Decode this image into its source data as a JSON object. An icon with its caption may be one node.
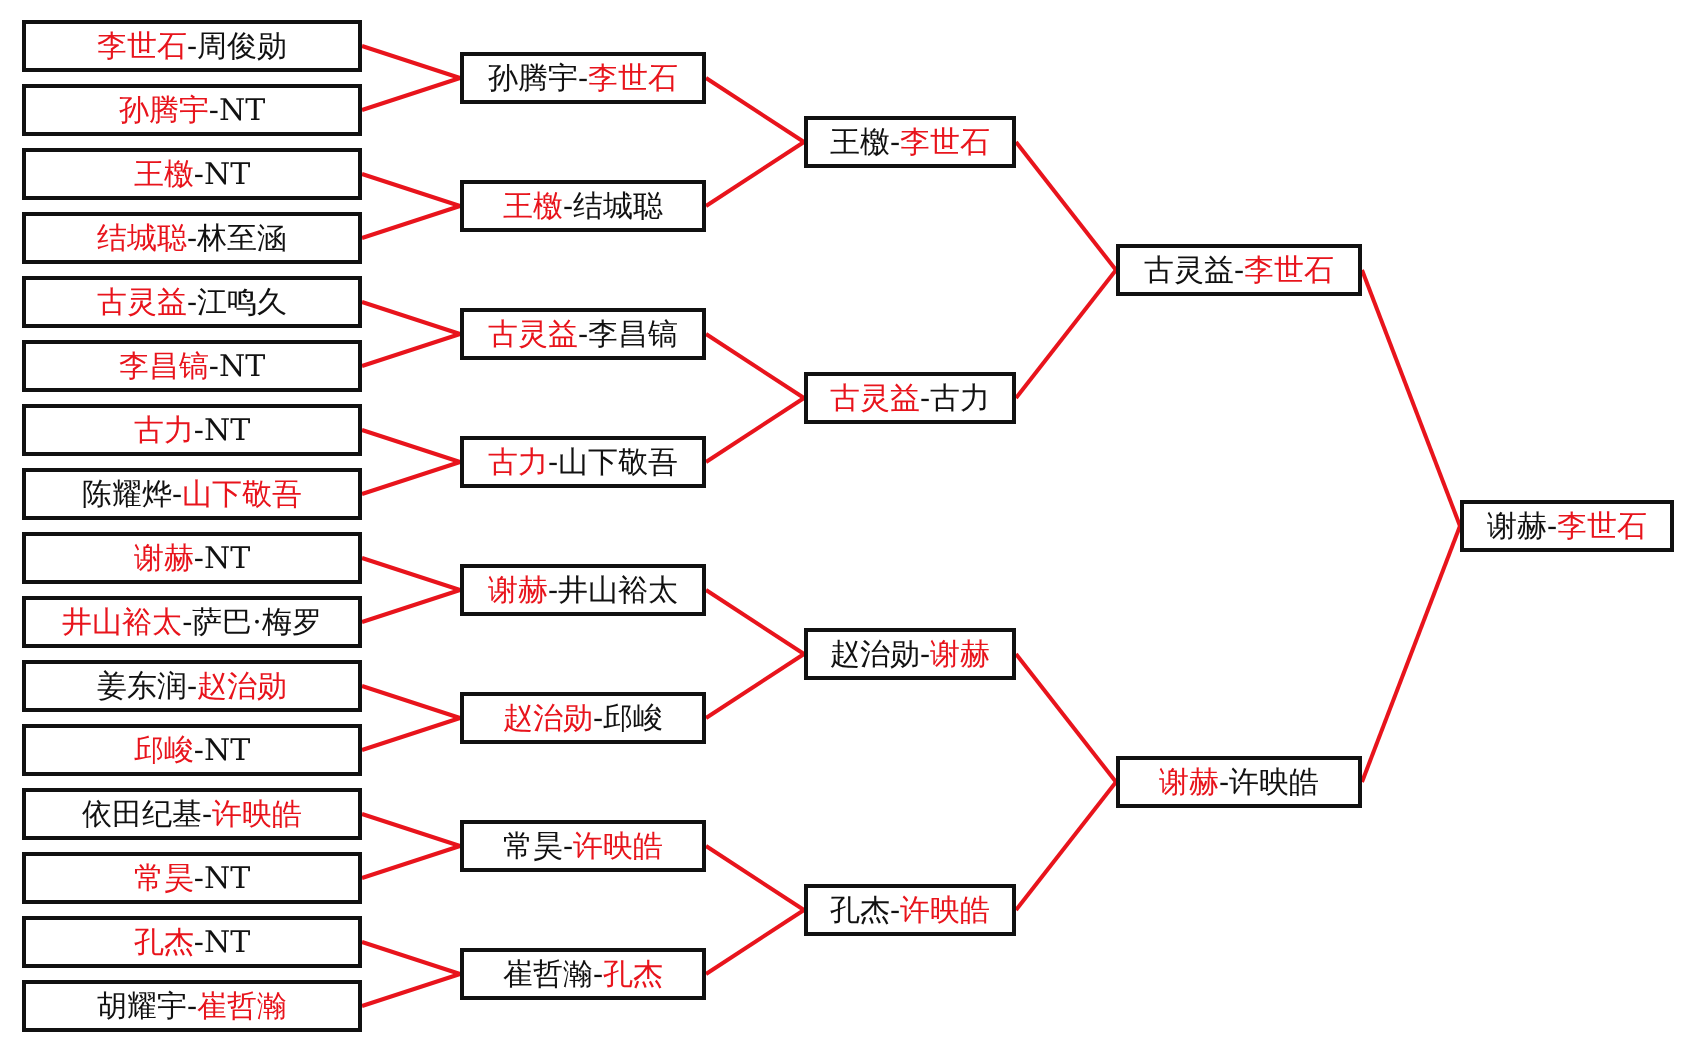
{
  "diagram": {
    "nodes": [
      {
        "text": [
          "**李世石**-周俊勋"
        ]
      },
      {
        "text": [
          "**孙腾宇**-NT"
        ]
      },
      {
        "text": [
          "**王檄**-NT"
        ]
      },
      {
        "text": [
          "**结城聪**-林至涵"
        ]
      },
      {
        "text": [
          "**古灵益**-江鸣久"
        ]
      },
      {
        "text": [
          "**李昌镐**-NT"
        ]
      },
      {
        "text": [
          "**古力**-NT"
        ]
      },
      {
        "text": [
          "陈耀烨-**山下敬吾**"
        ]
      },
      {
        "text": [
          "**谢赫**-NT"
        ]
      },
      {
        "text": [
          "**井山裕太**-萨巴·梅罗"
        ]
      },
      {
        "text": [
          "姜东润-**赵治勋**"
        ]
      },
      {
        "text": [
          "**邱峻**-NT"
        ]
      },
      {
        "text": [
          "依田纪基-**许映皓**"
        ]
      },
      {
        "text": [
          "**常昊**-NT"
        ]
      },
      {
        "text": [
          "**孔杰**-NT"
        ]
      },
      {
        "text": [
          "胡耀宇-**崔哲瀚**"
        ]
      },
      {
        "text": [
          "孙腾宇-**李世石**"
        ]
      },
      {
        "text": [
          "**王檄**-结城聪"
        ]
      },
      {
        "text": [
          "**古灵益**-李昌镐"
        ]
      },
      {
        "text": [
          "**古力**-山下敬吾"
        ]
      },
      {
        "text": [
          "**谢赫**-井山裕太"
        ]
      },
      {
        "text": [
          "**赵治勋**-邱峻"
        ]
      },
      {
        "text": [
          "常昊-**许映皓**"
        ]
      },
      {
        "text": [
          "崔哲瀚-**孔杰**"
        ]
      },
      {
        "text": [
          "王檄-**李世石**"
        ]
      },
      {
        "text": [
          "**古灵益**-古力"
        ]
      },
      {
        "text": [
          "赵治勋-**谢赫**"
        ]
      },
      {
        "text": [
          "孔杰-**许映皓**"
        ]
      },
      {
        "text": [
          "古灵益-**李世石**"
        ]
      },
      {
        "text": [
          "**谢赫**-许映皓"
        ]
      },
      {
        "text": [
          "谢赫-**李世石**"
        ]
      }
    ],
    "edges": [
      {
        "from": 0,
        "to": 16,
        "arrow": "none"
      },
      {
        "from": 1,
        "to": 16,
        "arrow": "none"
      },
      {
        "from": 2,
        "to": 17,
        "arrow": "none"
      },
      {
        "from": 3,
        "to": 17,
        "arrow": "none"
      },
      {
        "from": 4,
        "to": 18,
        "arrow": "none"
      },
      {
        "from": 5,
        "to": 18,
        "arrow": "none"
      },
      {
        "from": 6,
        "to": 19,
        "arrow": "none"
      },
      {
        "from": 7,
        "to": 19,
        "arrow": "none"
      },
      {
        "from": 8,
        "to": 20,
        "arrow": "none"
      },
      {
        "from": 9,
        "to": 20,
        "arrow": "none"
      },
      {
        "from": 10,
        "to": 21,
        "arrow": "none"
      },
      {
        "from": 11,
        "to": 21,
        "arrow": "none"
      },
      {
        "from": 12,
        "to": 22,
        "arrow": "none"
      },
      {
        "from": 13,
        "to": 22,
        "arrow": "none"
      },
      {
        "from": 14,
        "to": 23,
        "arrow": "none"
      },
      {
        "from": 15,
        "to": 23,
        "arrow": "none"
      },
      {
        "from": 16,
        "to": 24,
        "arrow": "none"
      },
      {
        "from": 17,
        "to": 24,
        "arrow": "none"
      },
      {
        "from": 18,
        "to": 25,
        "arrow": "none"
      },
      {
        "from": 19,
        "to": 25,
        "arrow": "none"
      },
      {
        "from": 20,
        "to": 26,
        "arrow": "none"
      },
      {
        "from": 21,
        "to": 26,
        "arrow": "none"
      },
      {
        "from": 22,
        "to": 27,
        "arrow": "none"
      },
      {
        "from": 23,
        "to": 27,
        "arrow": "none"
      },
      {
        "from": 24,
        "to": 28,
        "arrow": "none"
      },
      {
        "from": 25,
        "to": 28,
        "arrow": "none"
      },
      {
        "from": 26,
        "to": 29,
        "arrow": "none"
      },
      {
        "from": 27,
        "to": 29,
        "arrow": "none"
      },
      {
        "from": 28,
        "to": 30,
        "arrow": "none"
      },
      {
        "from": 29,
        "to": 30,
        "arrow": "none"
      }
    ]
  }
}
